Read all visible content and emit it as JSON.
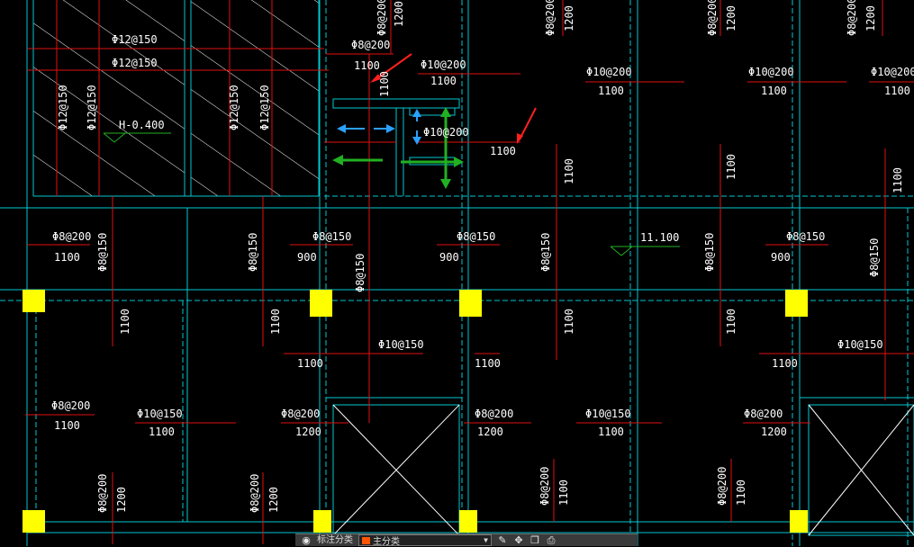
{
  "drawing": {
    "spec": {
      "d8_200": "Φ8@200",
      "d8_150": "Φ8@150",
      "d10_200": "Φ10@200",
      "d10_150": "Φ10@150",
      "d12_150": "Φ12@150"
    },
    "len": {
      "l900": "900",
      "l1100": "1100",
      "l1200": "1200"
    },
    "elev": {
      "upper": "H-0.400",
      "lower": "11.100"
    }
  },
  "colors": {
    "grid": "#00c8d2",
    "rebar": "#e01010",
    "column": "#ffff00",
    "arrow_blue": "#2aa0ff",
    "arrow_green": "#22b022",
    "arrow_red": "#ff2020",
    "hatch": "#ffffff"
  },
  "toolbar": {
    "label": "标注分类",
    "layer_value": "主分类",
    "layer_color": "#ff5500",
    "icons": [
      "layers-icon",
      "pen-icon",
      "move-icon",
      "copy-icon",
      "print-icon"
    ]
  }
}
